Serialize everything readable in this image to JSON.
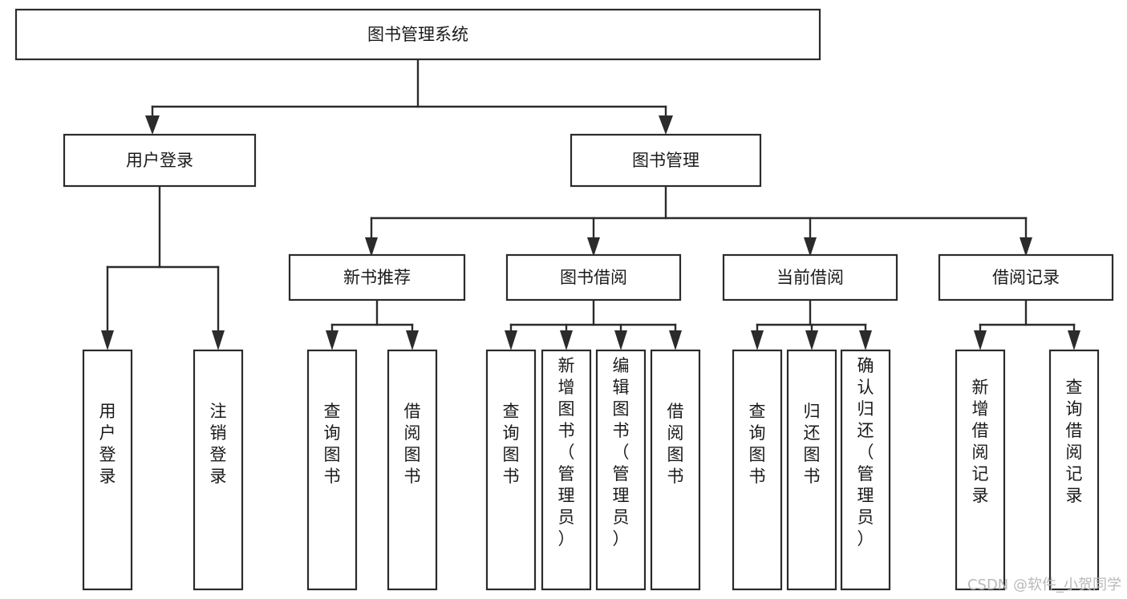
{
  "diagram": {
    "title": "图书管理系统",
    "type": "hierarchy-tree",
    "colors": {
      "box_stroke": "#2b2b2b",
      "box_fill": "#ffffff",
      "text": "#1a1a1a",
      "background": "#ffffff",
      "watermark": "#b9b9b9"
    },
    "levels": {
      "level0": [
        {
          "id": "root",
          "label": "图书管理系统",
          "orientation": "horizontal"
        }
      ],
      "level1": [
        {
          "id": "user-login",
          "label": "用户登录",
          "orientation": "horizontal"
        },
        {
          "id": "book-manage",
          "label": "图书管理",
          "orientation": "horizontal"
        }
      ],
      "level2": [
        {
          "id": "new-book-rec",
          "label": "新书推荐",
          "orientation": "horizontal"
        },
        {
          "id": "book-borrow",
          "label": "图书借阅",
          "orientation": "horizontal"
        },
        {
          "id": "current-borrow",
          "label": "当前借阅",
          "orientation": "horizontal"
        },
        {
          "id": "borrow-record",
          "label": "借阅记录",
          "orientation": "horizontal"
        }
      ],
      "level3": [
        {
          "id": "leaf-user-login",
          "label": "用户登录",
          "orientation": "vertical",
          "parent": "user-login"
        },
        {
          "id": "leaf-logout",
          "label": "注销登录",
          "orientation": "vertical",
          "parent": "user-login"
        },
        {
          "id": "leaf-query-book-1",
          "label": "查询图书",
          "orientation": "vertical",
          "parent": "new-book-rec"
        },
        {
          "id": "leaf-borrow-book-1",
          "label": "借阅图书",
          "orientation": "vertical",
          "parent": "new-book-rec"
        },
        {
          "id": "leaf-query-book-2",
          "label": "查询图书",
          "orientation": "vertical",
          "parent": "book-borrow"
        },
        {
          "id": "leaf-add-book",
          "label": "新增图书（管理员）",
          "orientation": "vertical",
          "parent": "book-borrow"
        },
        {
          "id": "leaf-edit-book",
          "label": "编辑图书（管理员）",
          "orientation": "vertical",
          "parent": "book-borrow"
        },
        {
          "id": "leaf-borrow-book-2",
          "label": "借阅图书",
          "orientation": "vertical",
          "parent": "book-borrow"
        },
        {
          "id": "leaf-query-book-3",
          "label": "查询图书",
          "orientation": "vertical",
          "parent": "current-borrow"
        },
        {
          "id": "leaf-return-book",
          "label": "归还图书",
          "orientation": "vertical",
          "parent": "current-borrow"
        },
        {
          "id": "leaf-confirm-return",
          "label": "确认归还（管理员）",
          "orientation": "vertical",
          "parent": "current-borrow"
        },
        {
          "id": "leaf-add-record",
          "label": "新增借阅记录",
          "orientation": "vertical",
          "parent": "borrow-record"
        },
        {
          "id": "leaf-query-record",
          "label": "查询借阅记录",
          "orientation": "vertical",
          "parent": "borrow-record"
        }
      ]
    }
  },
  "watermark": {
    "text": "CSDN @软件_小贺同学"
  }
}
